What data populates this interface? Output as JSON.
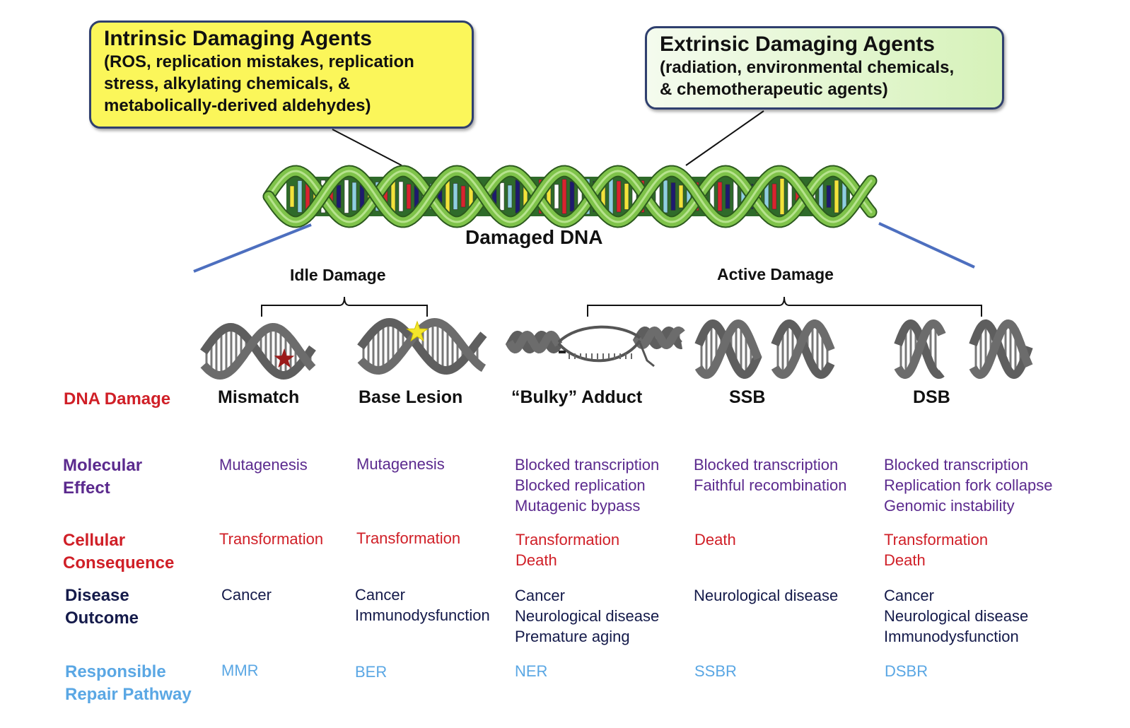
{
  "intrinsic_box": {
    "title": "Intrinsic Damaging Agents",
    "body": "(ROS, replication mistakes, replication\nstress, alkylating chemicals, &\nmetabolically-derived aldehydes)"
  },
  "extrinsic_box": {
    "title": "Extrinsic Damaging Agents",
    "body": "(radiation, environmental chemicals,\n& chemotherapeutic agents)"
  },
  "dna_label": "Damaged DNA",
  "groups": {
    "idle": "Idle Damage",
    "active": "Active Damage"
  },
  "row_labels": {
    "damage": "DNA Damage",
    "molecular": "Molecular\nEffect",
    "cellular": "Cellular\nConsequence",
    "disease": "Disease\nOutcome",
    "repair": "Responsible\nRepair Pathway"
  },
  "columns": [
    {
      "damage": "Mismatch",
      "molecular": "Mutagenesis",
      "cellular": "Transformation",
      "disease": "Cancer",
      "repair": "MMR"
    },
    {
      "damage": "Base Lesion",
      "molecular": "Mutagenesis",
      "cellular": "Transformation",
      "disease": "Cancer\nImmunodysfunction",
      "repair": "BER"
    },
    {
      "damage": "“Bulky” Adduct",
      "molecular": "Blocked transcription\nBlocked replication\nMutagenic bypass",
      "cellular": "Transformation\nDeath",
      "disease": "Cancer\nNeurological disease\nPremature aging",
      "repair": "NER"
    },
    {
      "damage": "SSB",
      "molecular": "Blocked transcription\nFaithful recombination",
      "cellular": "Death",
      "disease": "Neurological disease",
      "repair": "SSBR"
    },
    {
      "damage": "DSB",
      "molecular": "Blocked transcription\nReplication fork collapse\nGenomic instability",
      "cellular": "Transformation\nDeath",
      "disease": "Cancer\nNeurological disease\nImmunodysfunction",
      "repair": "DSBR"
    }
  ],
  "colors": {
    "helix_backbone": "#7fc34a",
    "helix_dark": "#2f6b2a",
    "box_intrinsic": "#fbf65a",
    "box_extrinsic": "#d6f2b9",
    "damage_red": "#d01f27",
    "molecular_purple": "#5b2a8e",
    "disease_navy": "#141a4a",
    "repair_blue": "#5aa7e4",
    "star_mismatch": "#9b1b1b",
    "star_base_lesion": "#f4e62b"
  }
}
